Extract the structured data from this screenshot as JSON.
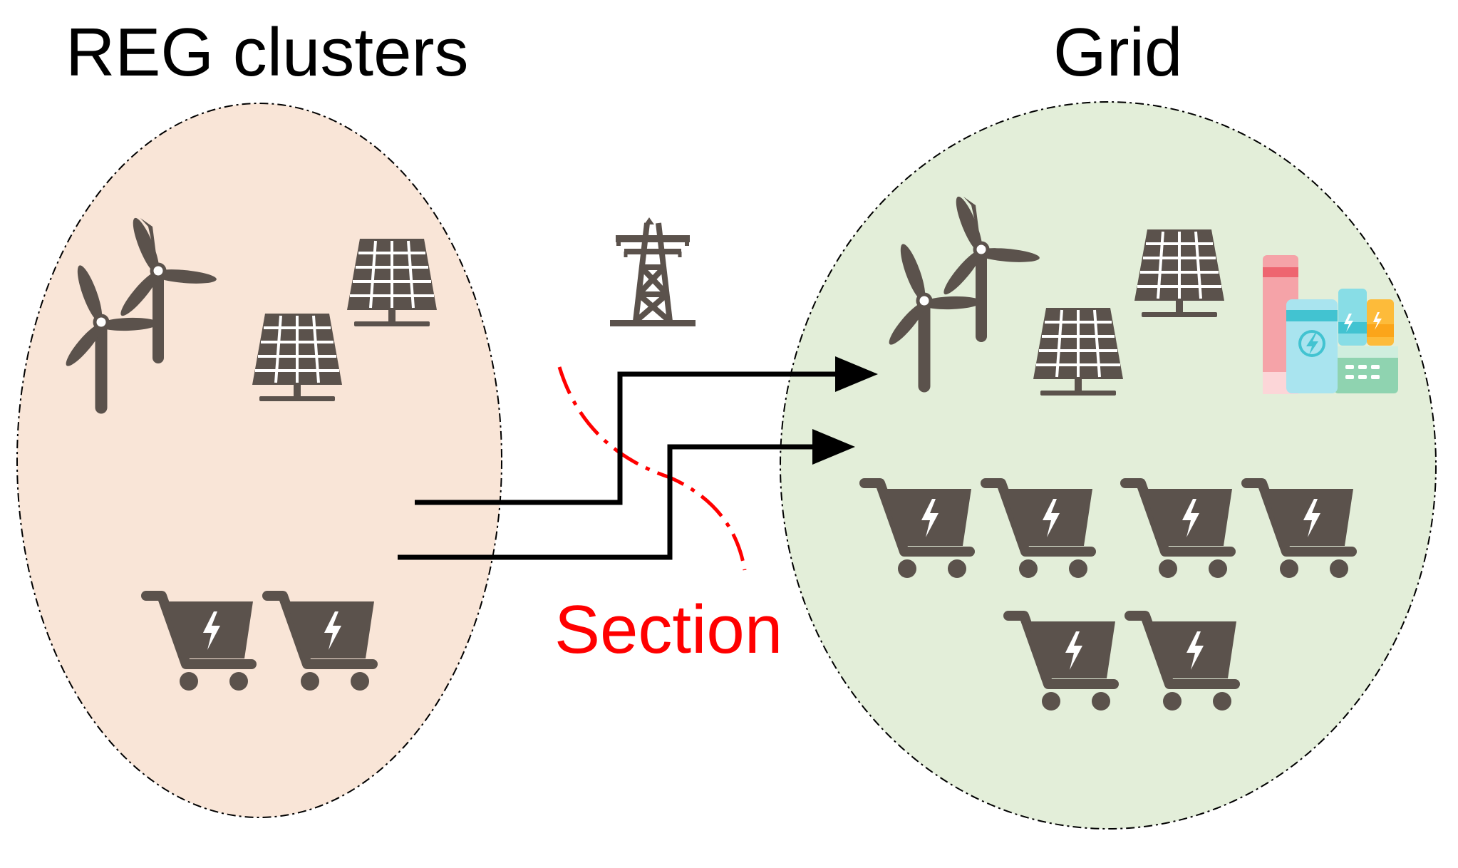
{
  "titles": {
    "left": "REG clusters",
    "right": "Grid"
  },
  "section_label": "Section",
  "colors": {
    "left_cluster_fill": "#f9e5d7",
    "right_cluster_fill": "#e3eed9",
    "icon": "#5b524c",
    "section": "#ff0000",
    "arrow": "#000000"
  },
  "icons": {
    "tower": "transmission-tower-icon",
    "wind": "wind-turbine-icon",
    "solar": "solar-panel-icon",
    "ev": "ev-cart-icon",
    "plant": "power-plant-icon"
  }
}
